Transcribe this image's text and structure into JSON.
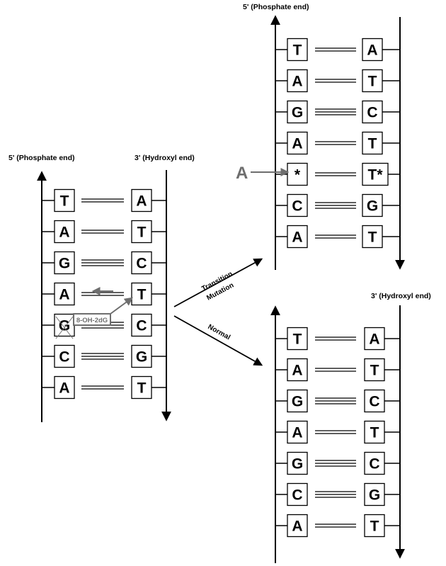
{
  "left_helix": {
    "label_5prime": "5' (Phosphate end)",
    "label_3prime": "3' (Hydroxyl end)",
    "left_bases": [
      "T",
      "A",
      "G",
      "A",
      "G",
      "C",
      "A"
    ],
    "right_bases": [
      "A",
      "T",
      "C",
      "T",
      "C",
      "G",
      "T"
    ],
    "bond_counts": [
      2,
      2,
      3,
      2,
      3,
      3,
      2
    ],
    "damaged_label": "8-OH-2dG"
  },
  "top_right_helix": {
    "label_5prime": "5' (Phosphate end)",
    "left_bases": [
      "T",
      "A",
      "G",
      "A",
      "*",
      "C",
      "A"
    ],
    "right_bases": [
      "A",
      "T",
      "C",
      "T",
      "T*",
      "G",
      "T"
    ],
    "bond_counts": [
      2,
      2,
      3,
      2,
      2,
      3,
      2
    ],
    "incoming_base": "A"
  },
  "bottom_right_helix": {
    "label_3prime": "3' (Hydroxyl end)",
    "left_bases": [
      "T",
      "A",
      "G",
      "A",
      "G",
      "C",
      "A"
    ],
    "right_bases": [
      "A",
      "T",
      "C",
      "T",
      "C",
      "G",
      "T"
    ],
    "bond_counts": [
      2,
      2,
      3,
      2,
      3,
      3,
      2
    ]
  },
  "pathways": {
    "transition_line1": "Transition",
    "transition_line2": "Mutation",
    "normal": "Normal"
  },
  "colors": {
    "ink": "#000000",
    "damage": "#6e6e6e"
  }
}
